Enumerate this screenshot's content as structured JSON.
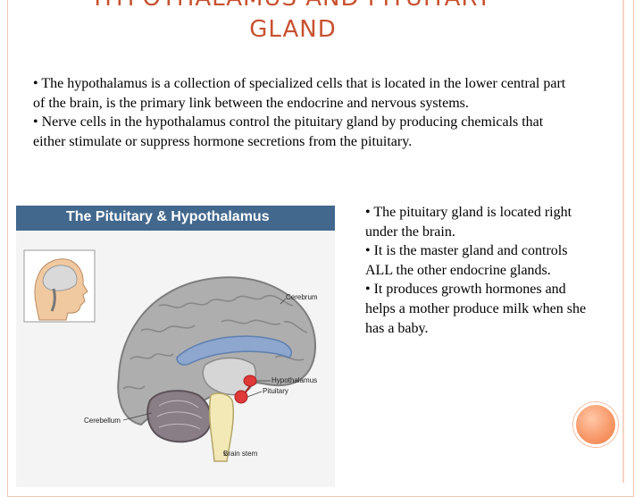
{
  "slide": {
    "title_line1": "HYPOTHALAMUS AND PITUITARY",
    "title_line2": "GLAND",
    "intro": [
      "• The hypothalamus is a collection of specialized cells that is located in the lower central part of the brain, is the primary link between the endocrine and nervous systems.",
      "• Nerve cells in the hypothalamus control the pituitary gland by producing chemicals that either stimulate or suppress hormone secretions from the pituitary."
    ],
    "side_points": [
      "• The pituitary gland is located right under the brain.",
      "• It is the master gland and controls ALL the other endocrine glands.",
      "• It produces growth hormones and helps a mother produce milk when she has a baby."
    ]
  },
  "figure": {
    "title": "The Pituitary & Hypothalamus",
    "labels": {
      "cerebrum": "Cerebrum",
      "hypothalamus": "Hypothalamus",
      "pituitary": "Pituitary",
      "cerebellum": "Cerebellum",
      "brain_stem": "Brain stem"
    }
  },
  "colors": {
    "title": "#c9512f",
    "figure_header": "#42688e",
    "gland_red": "#e0393a",
    "brain_gray": "#a9a9a9"
  }
}
